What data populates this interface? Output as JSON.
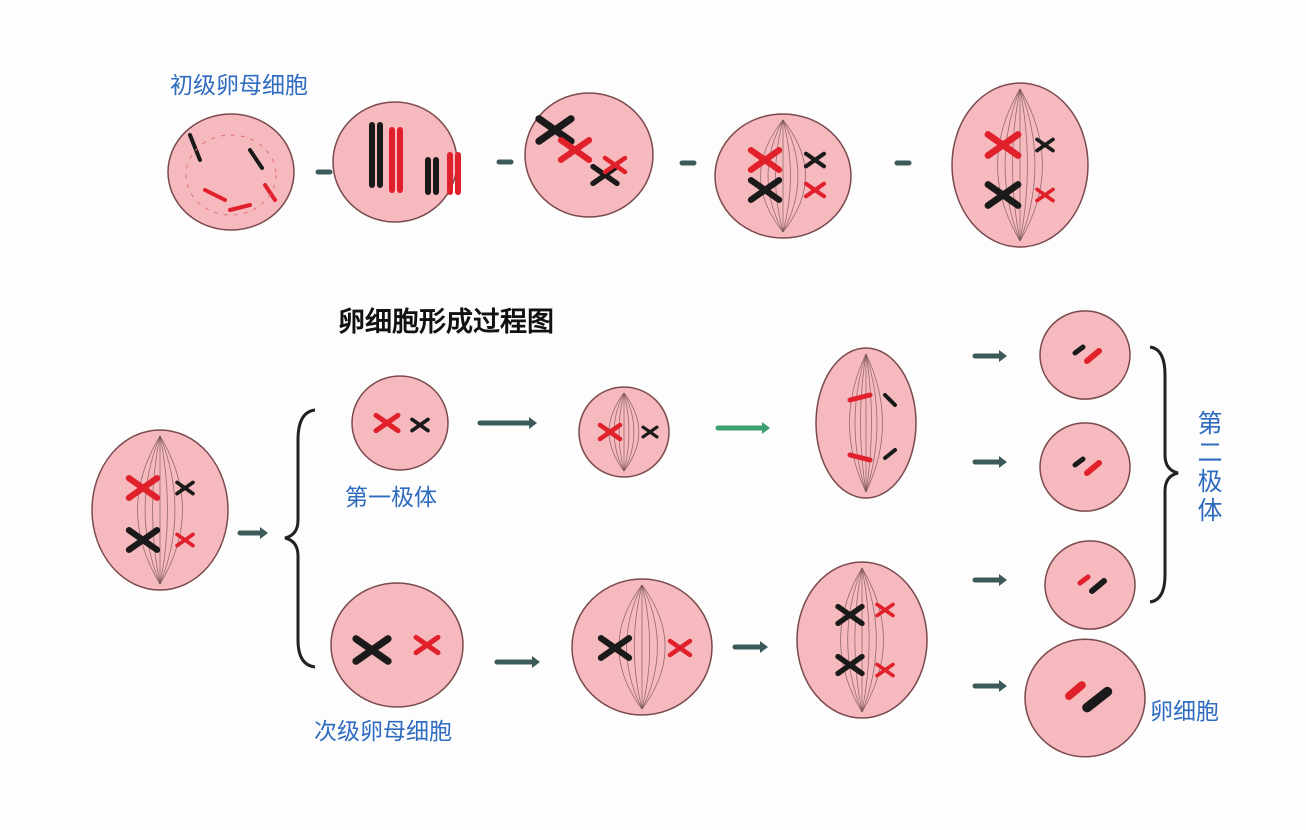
{
  "title": "卵细胞形成过程图",
  "labels": {
    "primary_oocyte": "初级卵母细胞",
    "first_polar_body": "第一极体",
    "secondary_oocyte": "次级卵母细胞",
    "second_polar_body": "第二极体",
    "egg_cell": "卵细胞"
  },
  "colors": {
    "cell_fill": "#f6b9bd",
    "cell_stroke": "#7a4a4c",
    "label_blue": "#2f6cc0",
    "chrom_red": "#e0202a",
    "chrom_black": "#1a1a1a",
    "arrow": "#3c5a5a",
    "arrow_green": "#3aa071"
  }
}
